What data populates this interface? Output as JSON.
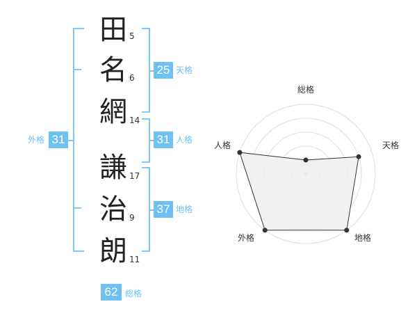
{
  "name_chars": [
    {
      "char": "田",
      "strokes": "5"
    },
    {
      "char": "名",
      "strokes": "6"
    },
    {
      "char": "網",
      "strokes": "14"
    },
    {
      "char": "謙",
      "strokes": "17"
    },
    {
      "char": "治",
      "strokes": "9"
    },
    {
      "char": "朗",
      "strokes": "11"
    }
  ],
  "kakusu": {
    "tenkaku": {
      "value": "25",
      "label": "天格"
    },
    "jinkaku": {
      "value": "31",
      "label": "人格"
    },
    "chikaku": {
      "value": "37",
      "label": "地格"
    },
    "gaikaku": {
      "value": "31",
      "label": "外格"
    },
    "soukaku": {
      "value": "62",
      "label": "総格"
    }
  },
  "colors": {
    "bracket": "#7fc8f5",
    "badge": "#6ec1f2",
    "tag_text": "#6ec1f2",
    "radar_fill": "#eeeeee",
    "radar_line": "#333333",
    "ring": "#dddddd"
  },
  "chart_data": {
    "type": "radar",
    "axes": [
      "総格",
      "天格",
      "地格",
      "外格",
      "人格"
    ],
    "levels": 5,
    "range": [
      0,
      5
    ],
    "values": [
      1,
      4,
      5,
      5,
      5
    ]
  }
}
